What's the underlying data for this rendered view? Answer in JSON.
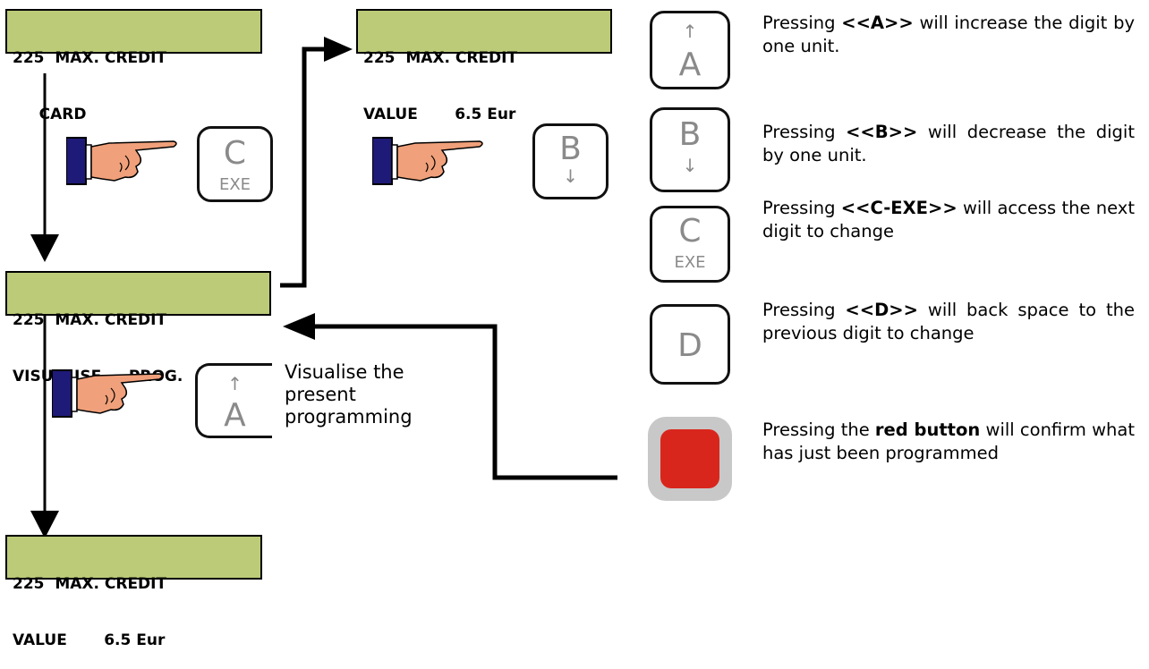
{
  "lcd_top_left": {
    "line1": "225  MAX. CREDIT",
    "line2": "     CARD"
  },
  "lcd_top_mid": {
    "line1": "225  MAX. CREDIT",
    "line2": "VALUE       6.5 Eur"
  },
  "lcd_mid_left": {
    "line1": "225  MAX. CREDIT",
    "line2": "VISUALISE  -  PROG."
  },
  "lcd_bottom": {
    "line1": "225  MAX. CREDIT",
    "line2": "VALUE       6.5 Eur"
  },
  "keys": {
    "c_main": {
      "letter": "C",
      "sub": "EXE"
    },
    "b_main": {
      "letter": "B",
      "arrow": "↓"
    },
    "a_small": {
      "letter": "A",
      "arrow": "↑"
    },
    "legend_a": {
      "letter": "A",
      "arrow": "↑"
    },
    "legend_b": {
      "letter": "B",
      "arrow": "↓"
    },
    "legend_c": {
      "letter": "C",
      "sub": "EXE"
    },
    "legend_d": {
      "letter": "D"
    }
  },
  "visualise_note": [
    "Visualise the",
    "present",
    "programming"
  ],
  "legend": {
    "a": {
      "pre": "Pressing ",
      "key": "<<A>>",
      "post": " will increase the digit by one unit."
    },
    "b": {
      "pre": "Pressing ",
      "key": "<<B>>",
      "post": " will decrease the digit by one unit."
    },
    "c": {
      "pre": "Pressing ",
      "key": "<<C-EXE>>",
      "post": " will access the next digit to change"
    },
    "d": {
      "pre": "Pressing ",
      "key": "<<D>>",
      "post": " will back space to the previous digit to change"
    },
    "red": {
      "pre": "Pressing the ",
      "key": "red button",
      "post": " will confirm what has just been programmed"
    }
  },
  "colors": {
    "lcd_bg": "#bccb78",
    "red_button": "#d9261c",
    "red_button_rim": "#c8c8c8",
    "sleeve": "#1e1a78",
    "hand": "#f0a07a"
  }
}
